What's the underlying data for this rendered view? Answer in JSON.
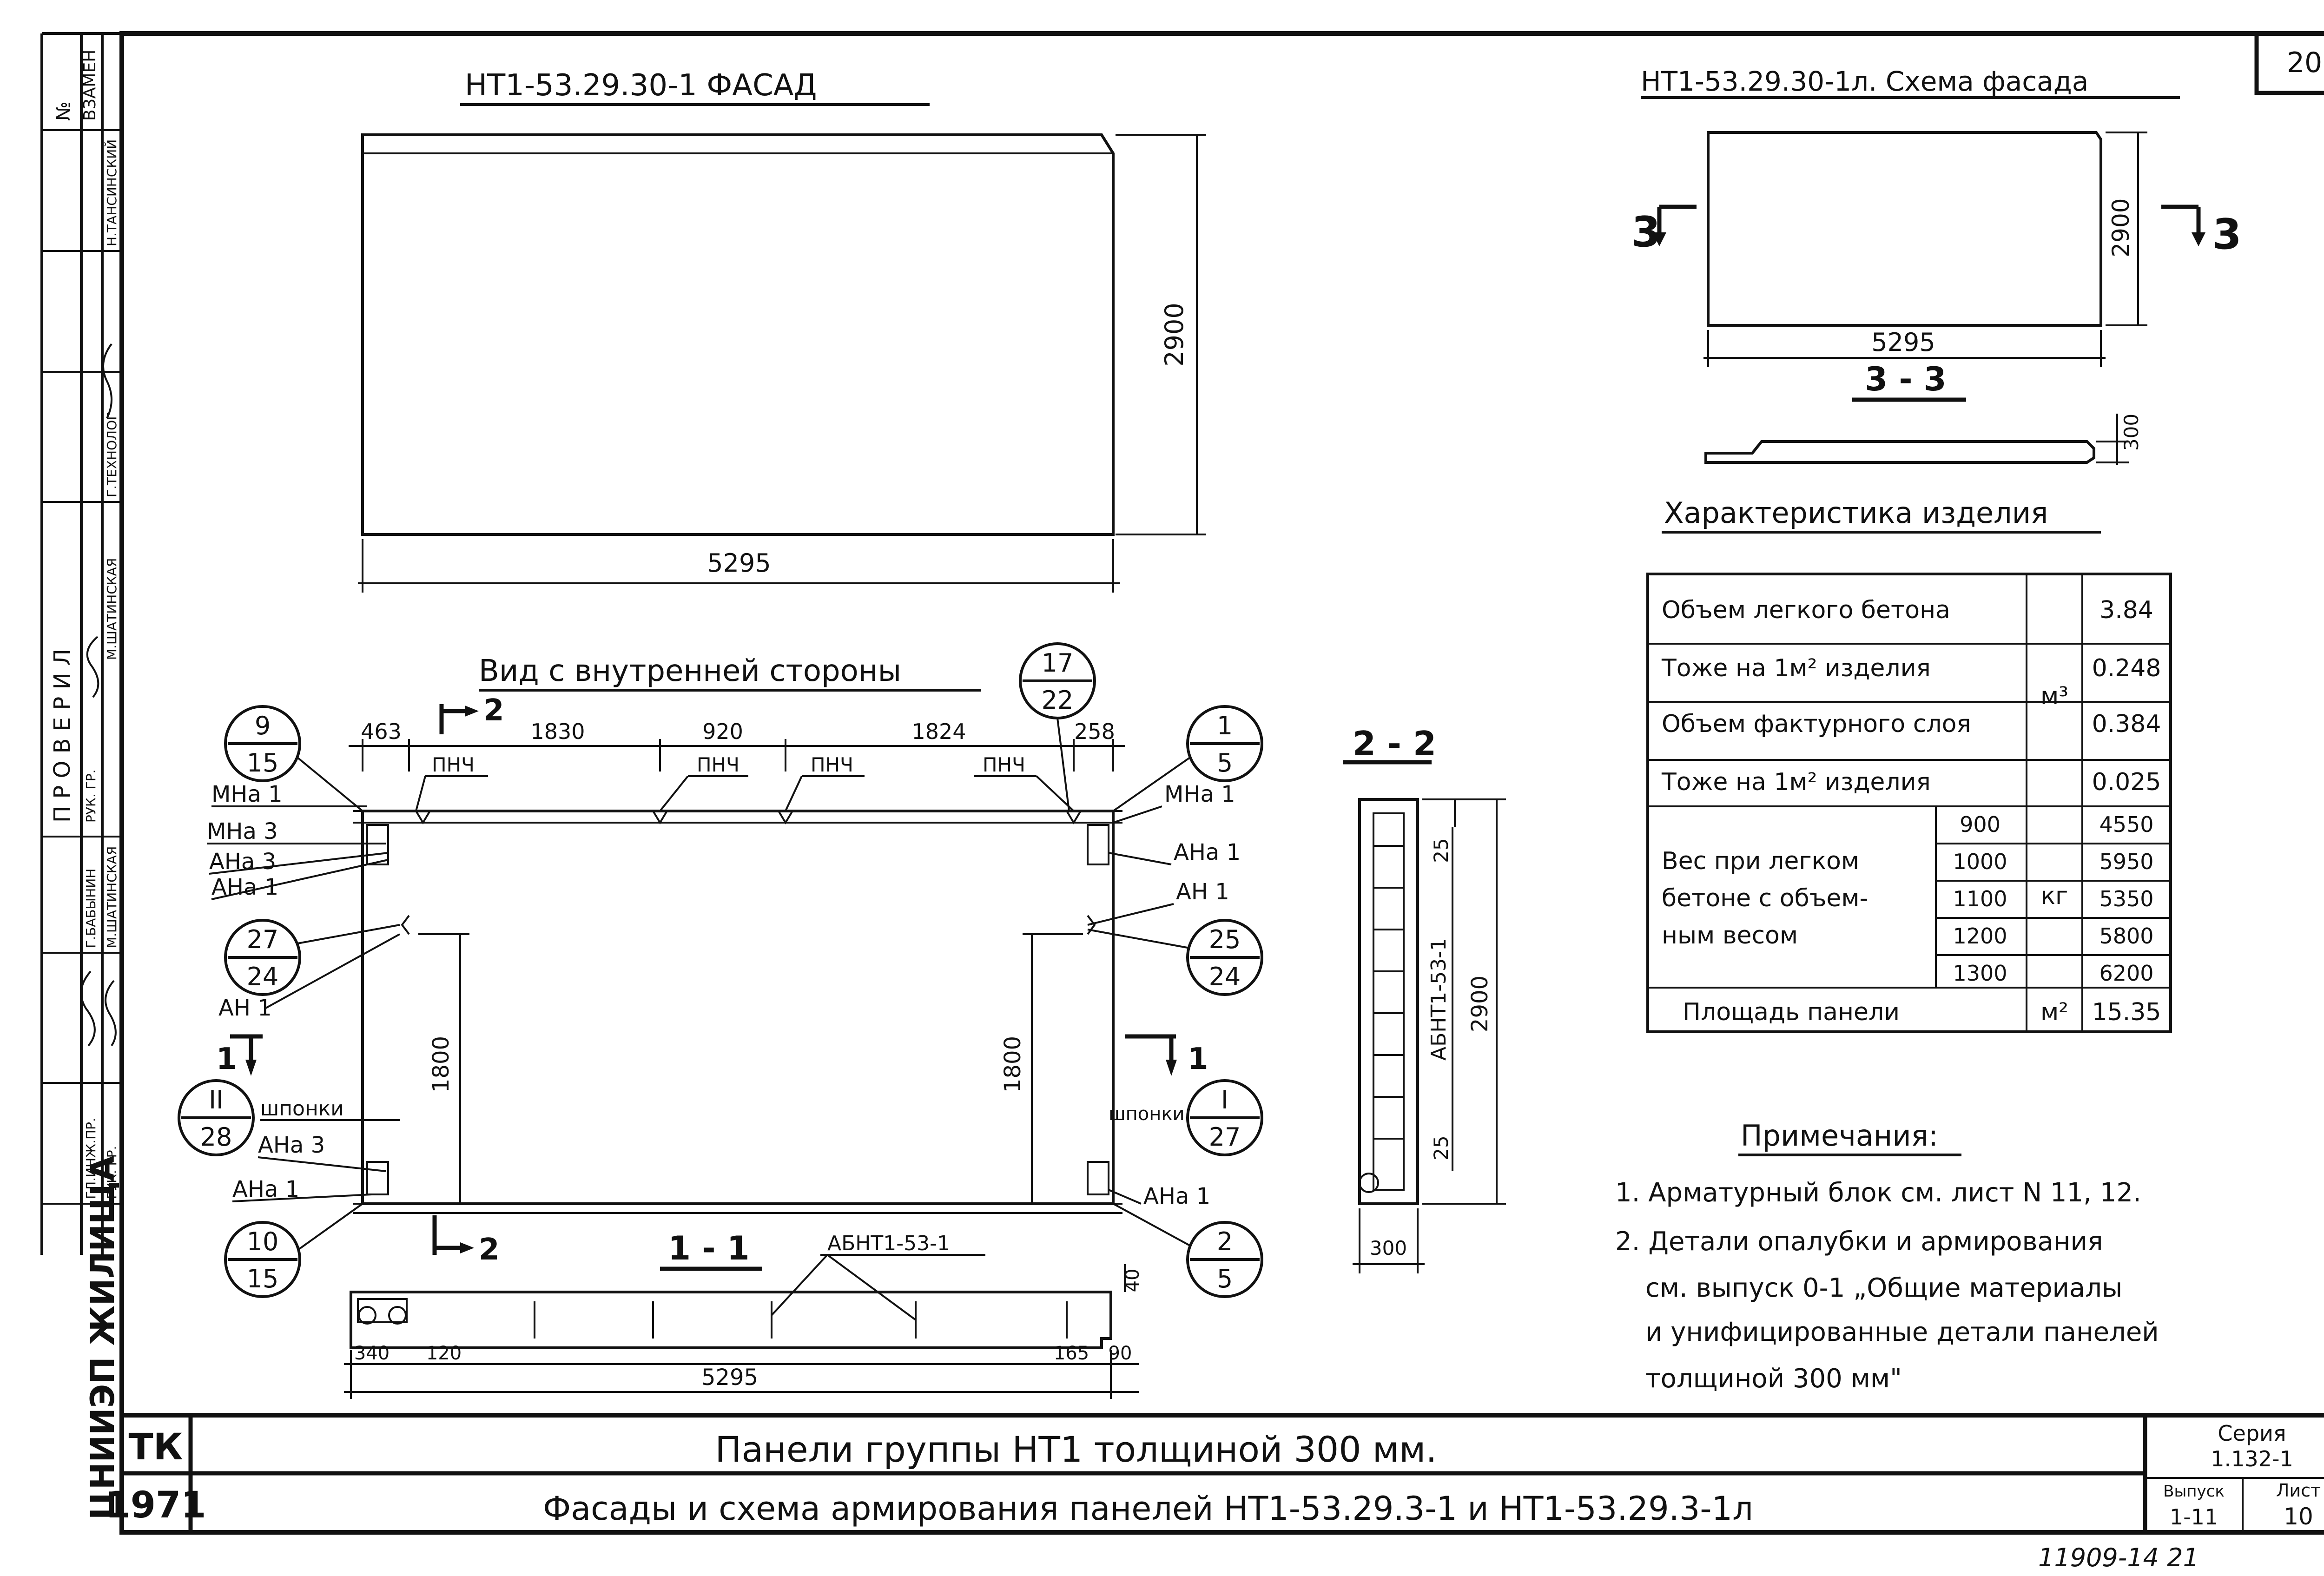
{
  "sheet_number": "20",
  "stamp": {
    "vertical_labels": [
      "№",
      "ВЗАМЕН"
    ],
    "names": [
      "Н.ТАНСИНСКИЙ",
      "Г.ТЕХНОЛОГ",
      "П Р О В Е Р И Л",
      "РУК. ГР.",
      "М.ШАТИНСКАЯ",
      "Г.БАБЫНИН",
      "М.ШАТИНСКАЯ",
      "ГЛ.ИНЖ.ПР.",
      "РУК. ГР."
    ],
    "org": "ЦНИИЭП ЖИЛИЩА"
  },
  "facade": {
    "title": "НТ1-53.29.30-1   ФАСАД",
    "dim_width": "5295",
    "dim_height": "2900"
  },
  "scheme": {
    "title": "НТ1-53.29.30-1л. Схема фасада",
    "dim_width": "5295",
    "dim_height": "2900",
    "section_mark_left": "3",
    "section_mark_right": "3",
    "section_title": "3 - 3",
    "section_thickness": "300"
  },
  "inner_view": {
    "title": "Вид с внутренней стороны",
    "dims_top": [
      "463",
      "1830",
      "920",
      "1824",
      "258"
    ],
    "pnch_labels": [
      "ПНЧ",
      "ПНЧ",
      "ПНЧ",
      "ПНЧ"
    ],
    "left_labels": [
      "МНа 1",
      "МНа 3",
      "АНа 3",
      "АНа 1",
      "АН 1",
      "шпонки",
      "АНа 3",
      "АНа 1"
    ],
    "right_labels": [
      "МНа 1",
      "АНа 1",
      "АН 1",
      "шпонки",
      "АНа 1"
    ],
    "dim_left_height": "1800",
    "dim_right_height": "1800",
    "section_2_top": "2",
    "section_2_bottom": "2",
    "section_1_left": "1",
    "section_1_right": "1",
    "circles_left": [
      {
        "top": "9",
        "bottom": "15"
      },
      {
        "top": "27",
        "bottom": "24"
      },
      {
        "top": "II",
        "bottom": "28"
      },
      {
        "top": "10",
        "bottom": "15"
      }
    ],
    "circles_right": [
      {
        "top": "17",
        "bottom": "22"
      },
      {
        "top": "1",
        "bottom": "5"
      },
      {
        "top": "25",
        "bottom": "24"
      },
      {
        "top": "I",
        "bottom": "27"
      },
      {
        "top": "2",
        "bottom": "5"
      }
    ]
  },
  "section_11": {
    "title": "1 - 1",
    "block_label": "АБНТ1-53-1",
    "dim_depth": "40",
    "dims_bottom": [
      "340",
      "120",
      "165",
      "90"
    ],
    "dim_total": "5295"
  },
  "section_22": {
    "title": "2 - 2",
    "block_label": "АБНТ1-53-1",
    "dim_height": "2900",
    "dim_top": "25",
    "dim_bottom": "25",
    "dim_thickness": "300"
  },
  "characteristics": {
    "title": "Характеристика изделия",
    "rows": [
      {
        "label": "Объем легкого бетона",
        "unit": "м³",
        "value": "3.84"
      },
      {
        "label": "Тоже на 1м² изделия",
        "unit": "",
        "value": "0.248"
      },
      {
        "label": "Объем фактурного слоя",
        "unit": "",
        "value": "0.384"
      },
      {
        "label": "Тоже на 1м² изделия",
        "unit": "",
        "value": "0.025"
      }
    ],
    "weight_label_lines": [
      "Вес при легком",
      "бетоне с объем-",
      "ным весом"
    ],
    "weight_unit": "кг",
    "weight_rows": [
      {
        "density": "900",
        "value": "4550"
      },
      {
        "density": "1000",
        "value": "5950"
      },
      {
        "density": "1100",
        "value": "5350"
      },
      {
        "density": "1200",
        "value": "5800"
      },
      {
        "density": "1300",
        "value": "6200"
      }
    ],
    "area_label": "Площадь панели",
    "area_unit": "м²",
    "area_value": "15.35"
  },
  "notes": {
    "title": "Примечания:",
    "lines": [
      "1. Арматурный блок см. лист N 11, 12.",
      "2. Детали опалубки и армирования",
      "см. выпуск 0-1 „Общие материалы",
      "и унифицированные детали панелей",
      "толщиной 300 мм\""
    ]
  },
  "title_block": {
    "tk": "ТК",
    "year": "1971",
    "title_line1": "Панели группы НТ1 толщиной 300 мм.",
    "title_line2": "Фасады и схема армирования панелей НТ1-53.29.3-1 и НТ1-53.29.3-1л",
    "series_label": "Серия",
    "series_value": "1.132-1",
    "issue_label": "Выпуск",
    "issue_value": "1-11",
    "sheet_label": "Лист",
    "sheet_value": "10"
  },
  "footer_code": "11909-14  21"
}
